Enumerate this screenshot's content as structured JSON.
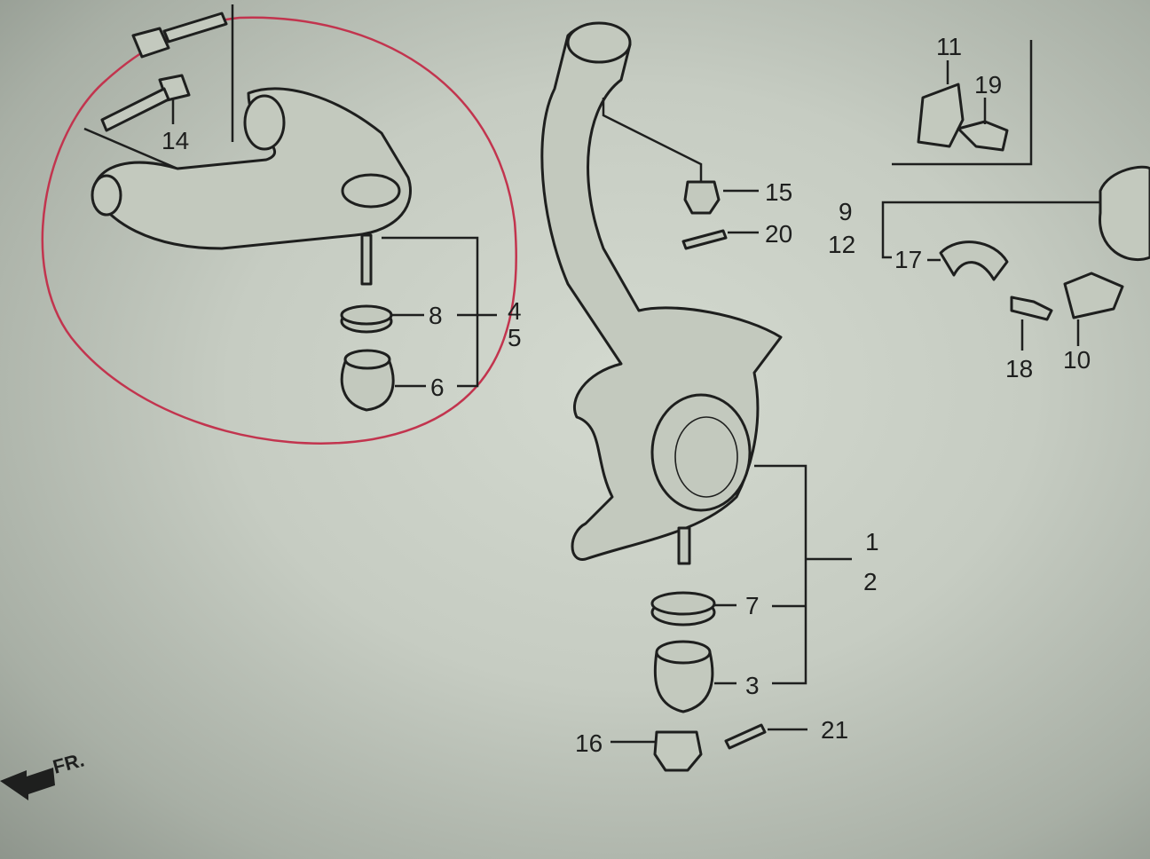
{
  "diagram": {
    "direction_label": "FR.",
    "labels": {
      "p1": "1",
      "p2": "2",
      "p3": "3",
      "p4": "4",
      "p5": "5",
      "p6": "6",
      "p7": "7",
      "p8": "8",
      "p9": "9",
      "p10": "10",
      "p11": "11",
      "p12": "12",
      "p14": "14",
      "p15": "15",
      "p16": "16",
      "p17": "17",
      "p18": "18",
      "p19": "19",
      "p20": "20",
      "p21": "21"
    },
    "annotation_color": "#c2344e",
    "line_color": "#1e1f1e"
  }
}
